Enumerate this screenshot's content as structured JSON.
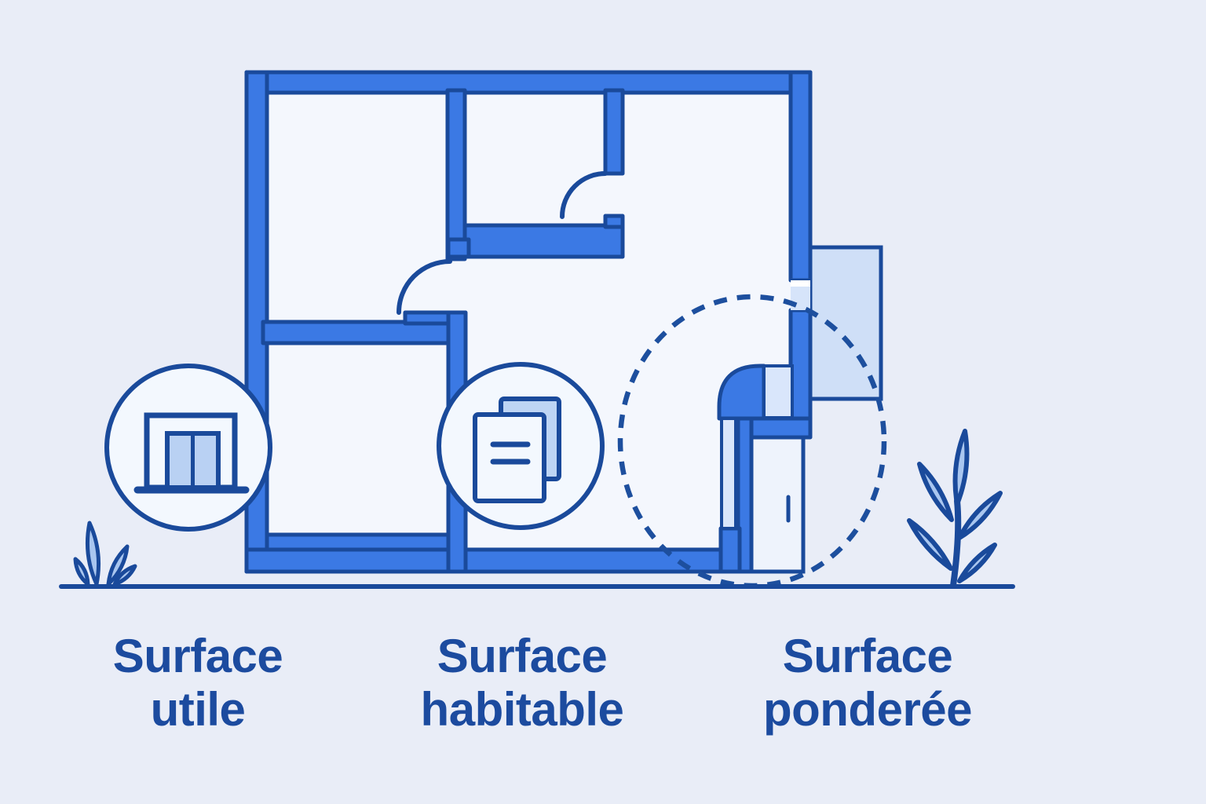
{
  "illustration": {
    "description": "Floor plan illustration comparing three French real-estate surface definitions",
    "labels": {
      "utile": {
        "line1": "Surface",
        "line2": "utile"
      },
      "habitable": {
        "line1": "Surface",
        "line2": "habitable"
      },
      "ponderee": {
        "line1": "Surface",
        "line2": "ponderée"
      }
    },
    "icons": [
      "storage-unit-icon",
      "documents-icon",
      "dashed-highlight-circle",
      "plant-left-icon",
      "plant-right-icon"
    ],
    "colors": {
      "background": "#e9edf7",
      "room_interior": "#f4f7fd",
      "wall_fill": "#3b79e4",
      "outline_dark_blue": "#1a4a9b",
      "label_text": "#1c4b9f",
      "balcony_fill": "#cfdff7",
      "light_wall_fill": "#d9e6fb",
      "leaf_fill": "#a9c6ef",
      "paper_back_fill": "#bed5f4",
      "badge_fill": "#f3f8fe",
      "door_fill": "#eef3fc"
    }
  }
}
